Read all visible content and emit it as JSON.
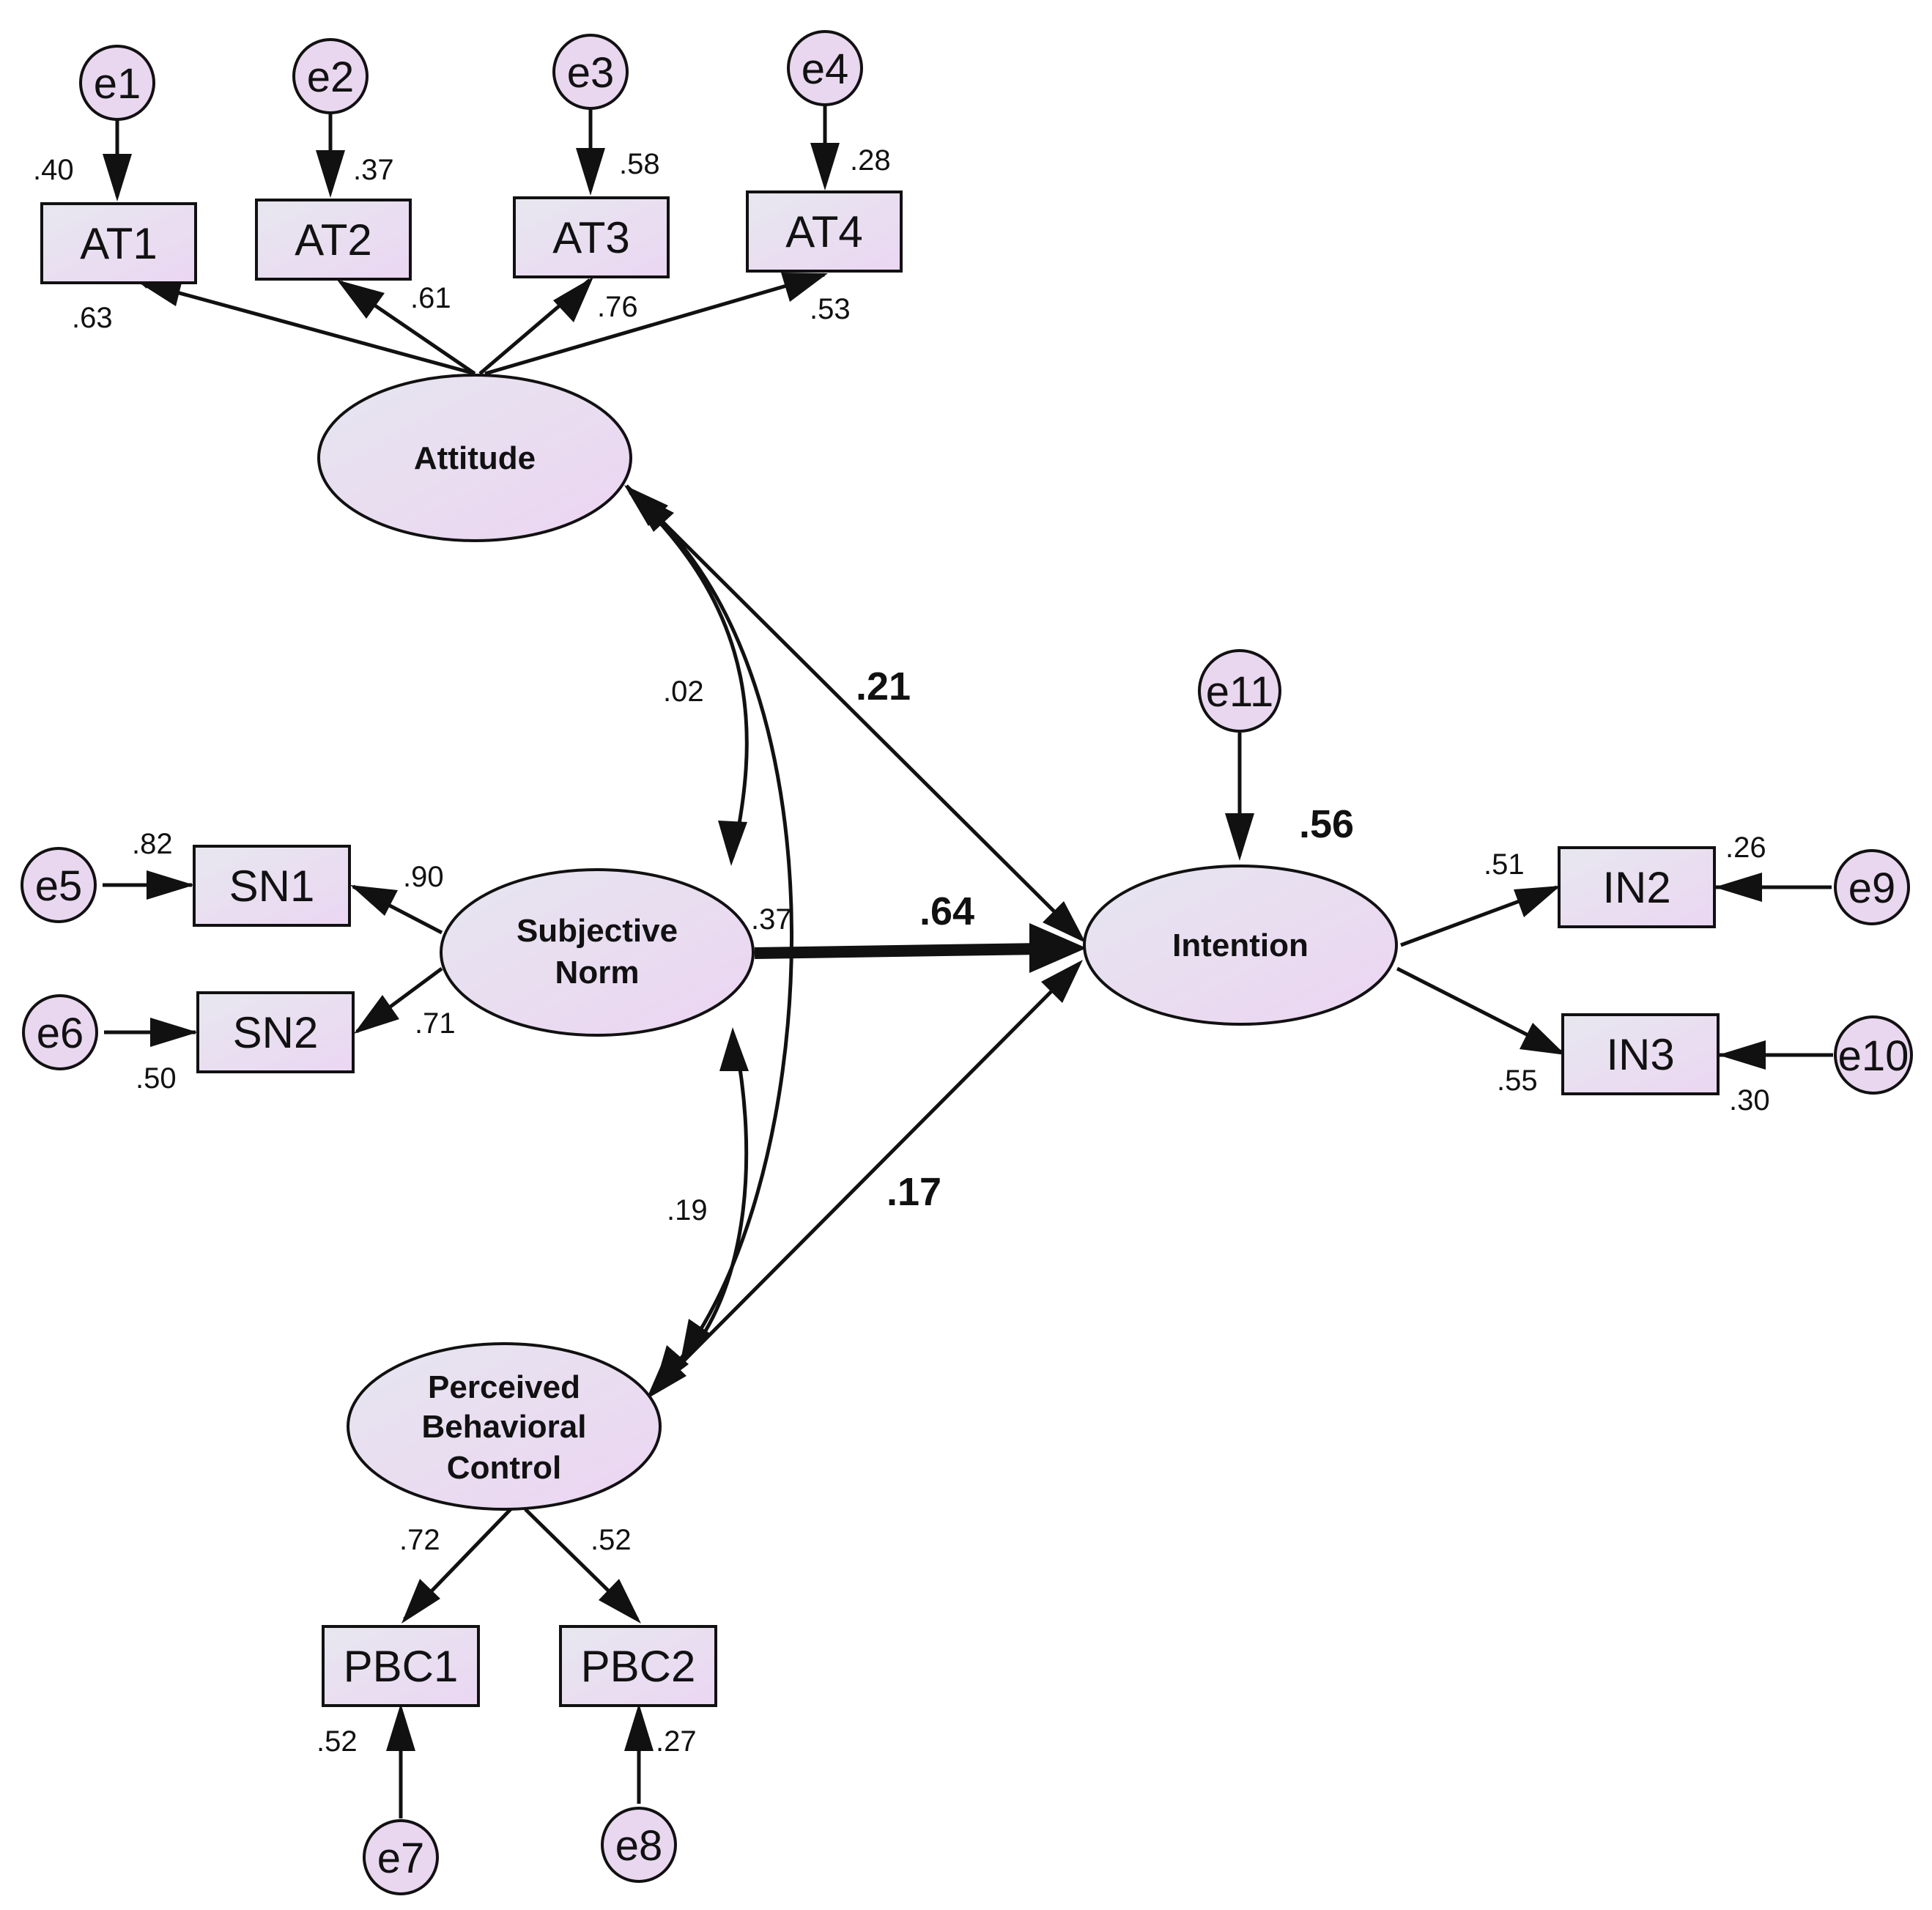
{
  "latents": {
    "attitude": [
      "Attitude"
    ],
    "subjective_norm": [
      "Subjective",
      "Norm"
    ],
    "pbc": [
      "Perceived",
      "Behavioral",
      "Control"
    ],
    "intention": [
      "Intention"
    ]
  },
  "indicators": {
    "AT1": "AT1",
    "AT2": "AT2",
    "AT3": "AT3",
    "AT4": "AT4",
    "SN1": "SN1",
    "SN2": "SN2",
    "PBC1": "PBC1",
    "PBC2": "PBC2",
    "IN2": "IN2",
    "IN3": "IN3"
  },
  "errors": {
    "e1": "e1",
    "e2": "e2",
    "e3": "e3",
    "e4": "e4",
    "e5": "e5",
    "e6": "e6",
    "e7": "e7",
    "e8": "e8",
    "e9": "e9",
    "e10": "e10",
    "e11": "e11"
  },
  "loadings": {
    "AT1": ".63",
    "AT2": ".61",
    "AT3": ".76",
    "AT4": ".53",
    "SN1": ".90",
    "SN2": ".71",
    "PBC1": ".72",
    "PBC2": ".52",
    "IN2": ".51",
    "IN3": ".55"
  },
  "r_squared": {
    "AT1": ".40",
    "AT2": ".37",
    "AT3": ".58",
    "AT4": ".28",
    "SN1": ".82",
    "SN2": ".50",
    "PBC1": ".52",
    "PBC2": ".27",
    "IN2": ".26",
    "IN3": ".30",
    "Intention": ".56"
  },
  "correlations": {
    "attitude_sn": ".02",
    "attitude_pbc": ".37",
    "sn_pbc": ".19"
  },
  "paths": {
    "attitude_intention": ".21",
    "sn_intention": ".64",
    "pbc_intention": ".17"
  },
  "colors": {
    "gradient_start": "#e6e6ef",
    "gradient_end": "#ecd4f2",
    "error_fill": "#e9d7f0",
    "stroke": "#111111"
  }
}
